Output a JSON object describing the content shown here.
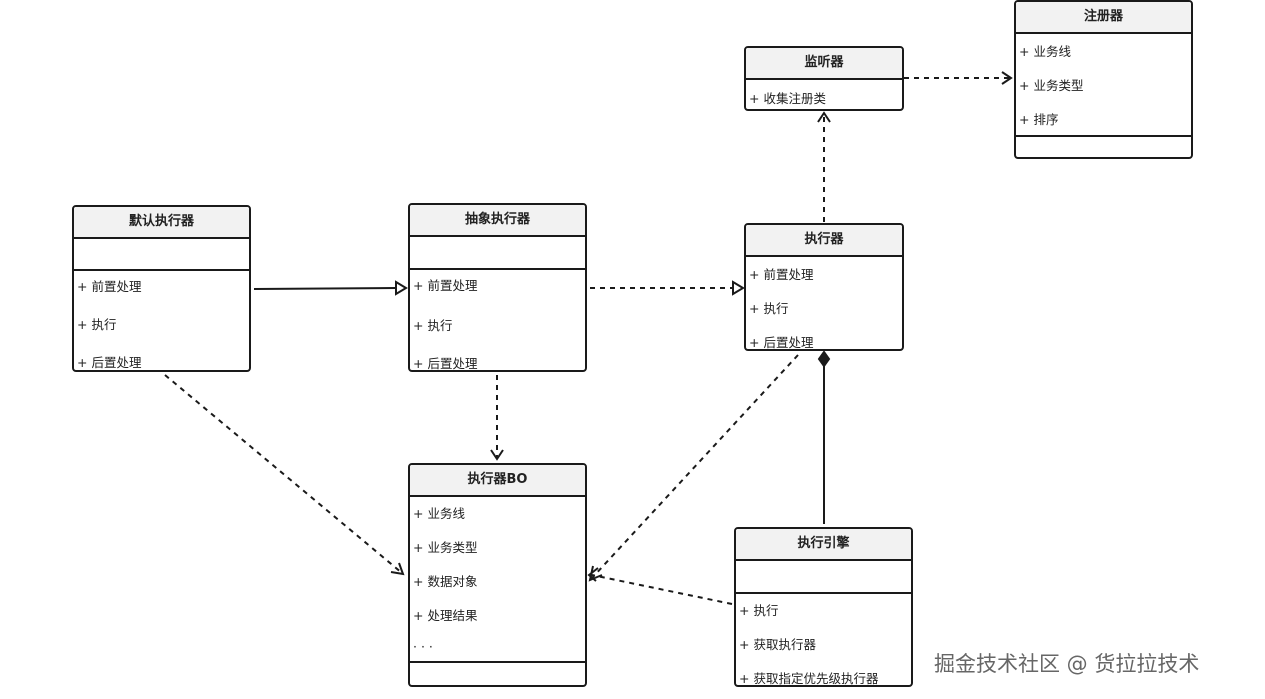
{
  "classes": {
    "registry": {
      "title": "注册器",
      "attrs": [
        "+ 业务线",
        "+ 业务类型",
        "+ 排序"
      ]
    },
    "listener": {
      "title": "监听器",
      "attrs": [
        "+ 收集注册类"
      ]
    },
    "default_executor": {
      "title": "默认执行器",
      "methods": [
        "+ 前置处理",
        "+ 执行",
        "+ 后置处理"
      ]
    },
    "abstract_executor": {
      "title": "抽象执行器",
      "methods": [
        "+ 前置处理",
        "+ 执行",
        "+ 后置处理"
      ]
    },
    "executor": {
      "title": "执行器",
      "attrs": [
        "+ 前置处理",
        "+ 执行",
        "+ 后置处理"
      ]
    },
    "executor_bo": {
      "title": "执行器BO",
      "attrs": [
        "+ 业务线",
        "+ 业务类型",
        "+ 数据对象",
        "+ 处理结果",
        "· · ·"
      ]
    },
    "engine": {
      "title": "执行引擎",
      "methods": [
        "+ 执行",
        "+ 获取执行器",
        "+ 获取指定优先级执行器"
      ]
    }
  },
  "watermark": "掘金技术社区 @ 货拉拉技术"
}
